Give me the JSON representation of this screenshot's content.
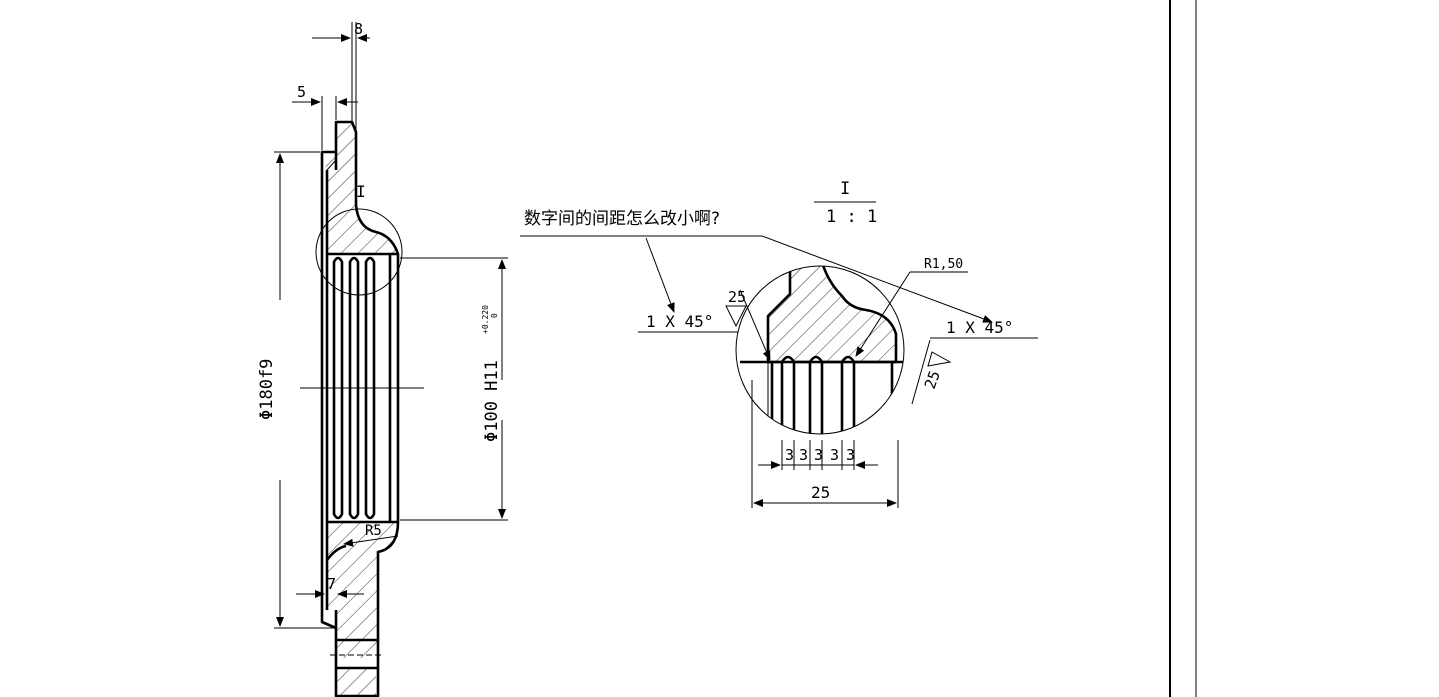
{
  "annotation": {
    "question": "数字间的间距怎么改小啊?"
  },
  "detail": {
    "label": "I",
    "scale": "1 : 1",
    "radius": "R1,50",
    "chamfer_left": "1 X 45°",
    "chamfer_right": "1 X 45°",
    "roughness_left": "25",
    "roughness_right": "25",
    "groove_dims": [
      "3",
      "3",
      "3",
      "3",
      "3"
    ],
    "overall_width": "25"
  },
  "section": {
    "dim_top": "8",
    "dim_left": "5",
    "dim_outer_diameter": "Φ180f9",
    "dim_inner_diameter": "Φ100 H11",
    "tolerance_upper": "+0.220",
    "tolerance_lower": "0",
    "radius_label": "R5",
    "dim_bottom": "7",
    "detail_marker": "I"
  }
}
